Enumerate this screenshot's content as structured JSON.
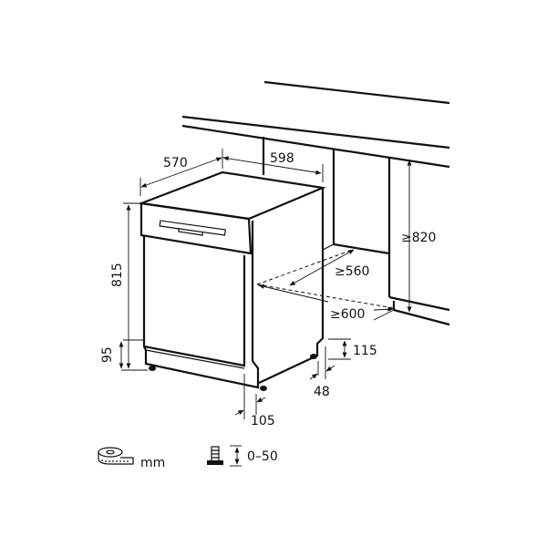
{
  "diagram": {
    "dimensions": {
      "depth": "570",
      "width": "598",
      "height": "815",
      "plinth_height": "95",
      "niche_height": "≥820",
      "niche_depth": "≥560",
      "niche_width": "≥600",
      "back_plinth_height": "115",
      "back_plinth_offset": "48",
      "front_plinth_offset": "105"
    },
    "legend": {
      "unit_icon": "tape-measure-icon",
      "unit_label": "mm",
      "adjust_icon": "adjustable-foot-icon",
      "adjust_range": "0–50"
    }
  }
}
